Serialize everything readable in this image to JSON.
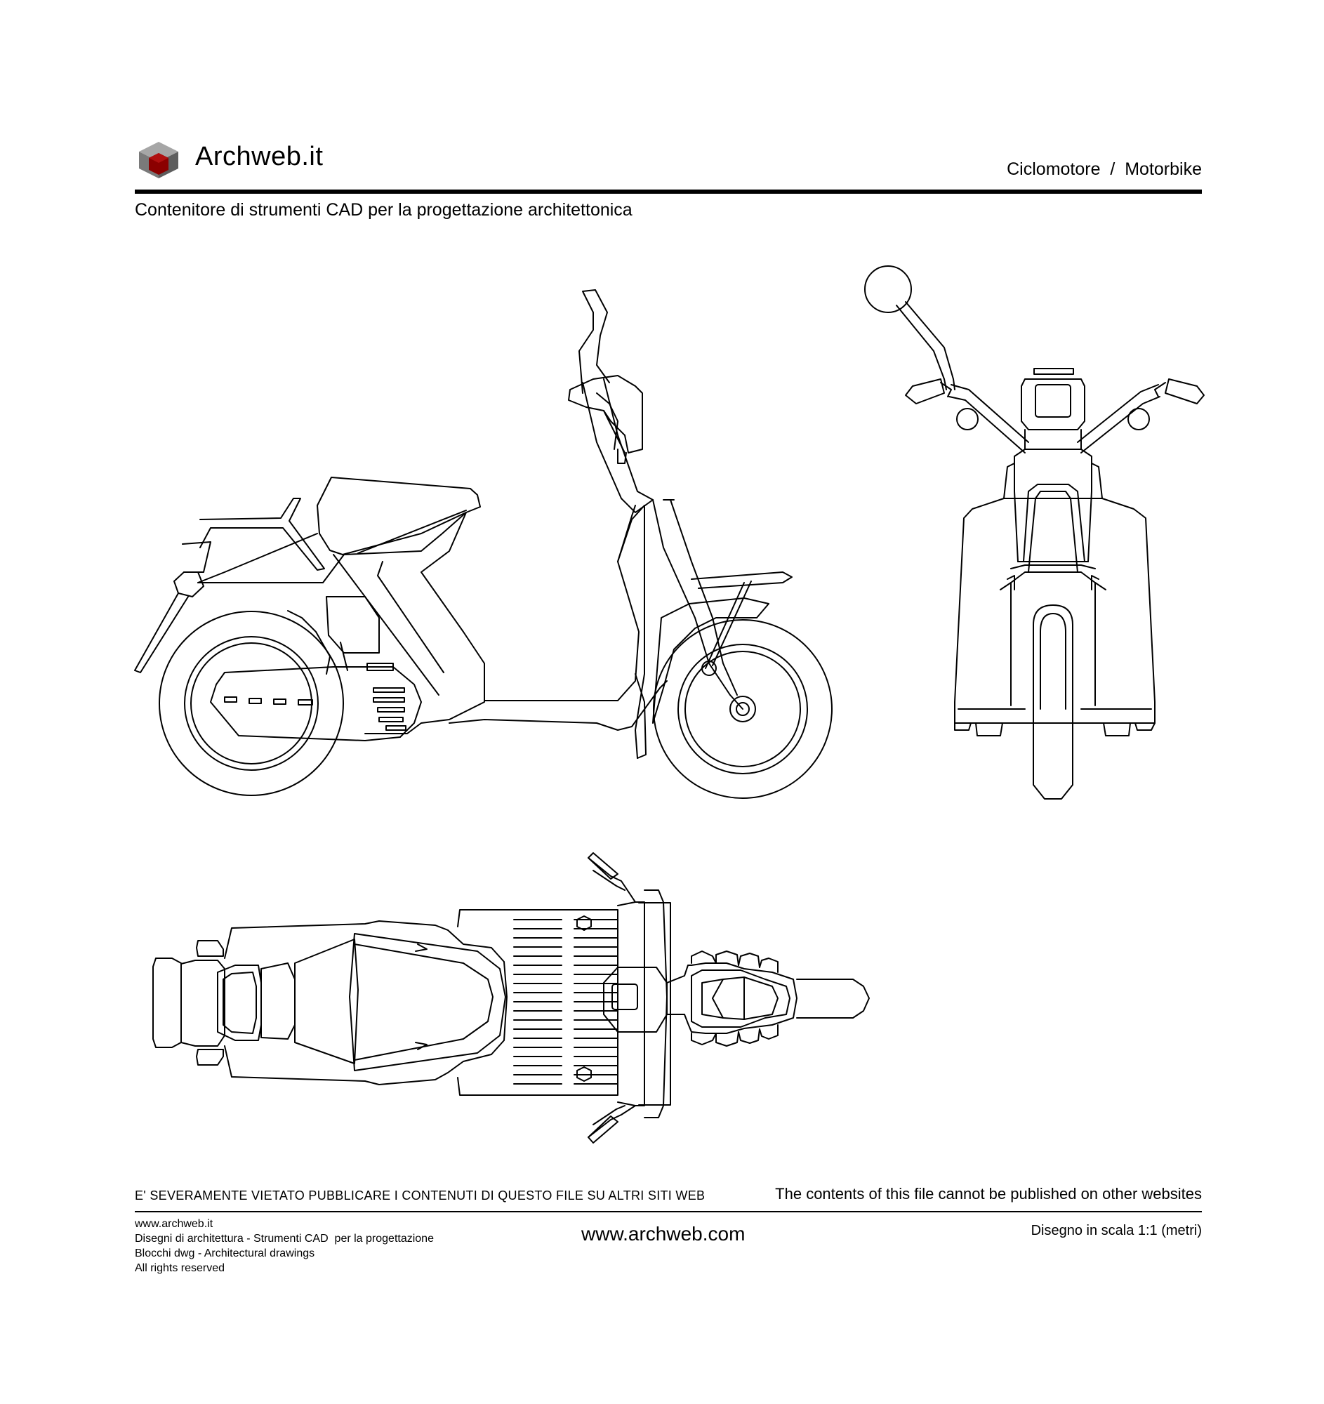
{
  "header": {
    "brand_name": "Archweb.it",
    "title": "Ciclomotore  /  Motorbike",
    "subtitle": "Contenitore di strumenti CAD per la progettazione architettonica"
  },
  "logo": {
    "icon": "cube-logo-icon",
    "color_top": "#9b9b9b",
    "color_side": "#6d6d6d",
    "color_accent": "#8b0000"
  },
  "drawing": {
    "views": [
      "side-view",
      "front-view",
      "top-view"
    ],
    "line_color": "#000000"
  },
  "footer": {
    "warning_it": "E' SEVERAMENTE VIETATO PUBBLICARE I CONTENUTI DI QUESTO FILE SU ALTRI SITI WEB",
    "warning_en": "The contents of this file cannot be published on other websites",
    "left_lines": [
      "www.archweb.it",
      "Disegni di architettura - Strumenti CAD  per la progettazione",
      "Blocchi dwg - Architectural drawings",
      "All rights reserved"
    ],
    "center": "www.archweb.com",
    "scale": "Disegno in scala 1:1 (metri)"
  }
}
